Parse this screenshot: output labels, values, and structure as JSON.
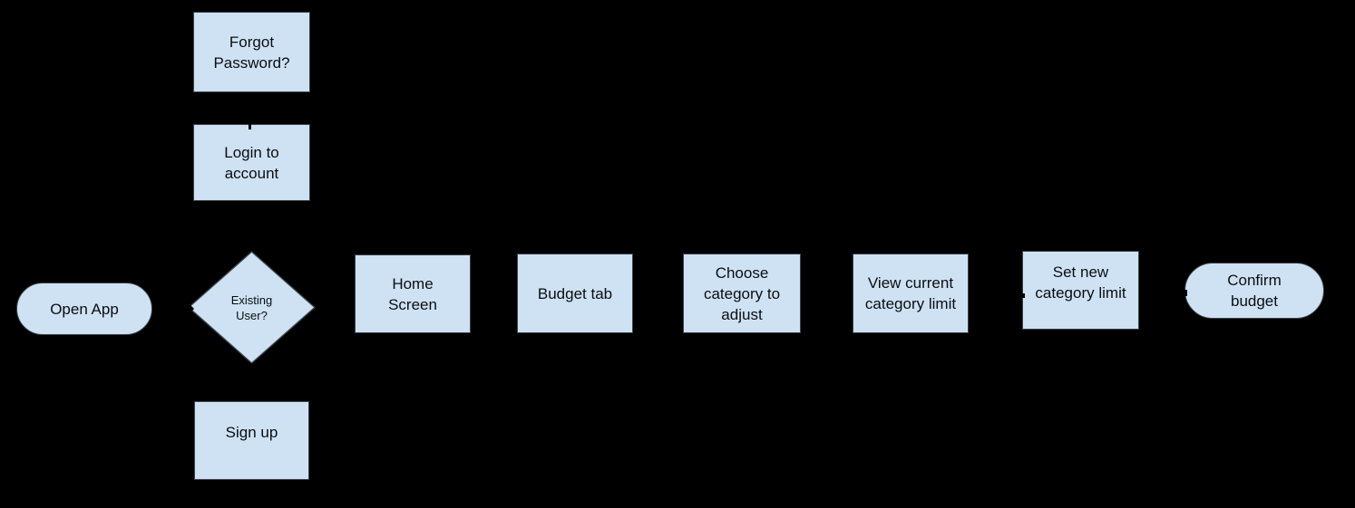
{
  "palette": {
    "canvas_bg": "#000000",
    "node_fill": "#cfe2f3",
    "node_border": "#3c434c",
    "node_text": "#0b0e13",
    "connector": "#000000"
  },
  "flowchart": {
    "nodes": [
      {
        "id": "open-app",
        "type": "terminator",
        "label": "Open App"
      },
      {
        "id": "forgot-password",
        "type": "process",
        "label": "Forgot\nPassword?"
      },
      {
        "id": "login",
        "type": "process",
        "label": "Login to\naccount"
      },
      {
        "id": "existing-user",
        "type": "decision",
        "label": "Existing\nUser?"
      },
      {
        "id": "sign-up",
        "type": "process",
        "label": "Sign up"
      },
      {
        "id": "home-screen",
        "type": "process",
        "label": "Home\nScreen"
      },
      {
        "id": "budget-tab",
        "type": "process",
        "label": "Budget tab"
      },
      {
        "id": "choose-category",
        "type": "process",
        "label": "Choose\ncategory to\nadjust"
      },
      {
        "id": "view-current",
        "type": "process",
        "label": "View current\ncategory limit"
      },
      {
        "id": "set-new",
        "type": "process",
        "label": "Set new\ncategory limit"
      },
      {
        "id": "confirm-budget",
        "type": "terminator",
        "label": "Confirm\nbudget"
      }
    ],
    "artifacts": [
      {
        "name": "arrowhead-fragment-login-top"
      },
      {
        "name": "arrowhead-fragment-diamond-left-tip"
      },
      {
        "name": "arrowhead-fragment-set-new-left"
      },
      {
        "name": "arrowhead-fragment-confirm-budget-left"
      }
    ]
  }
}
